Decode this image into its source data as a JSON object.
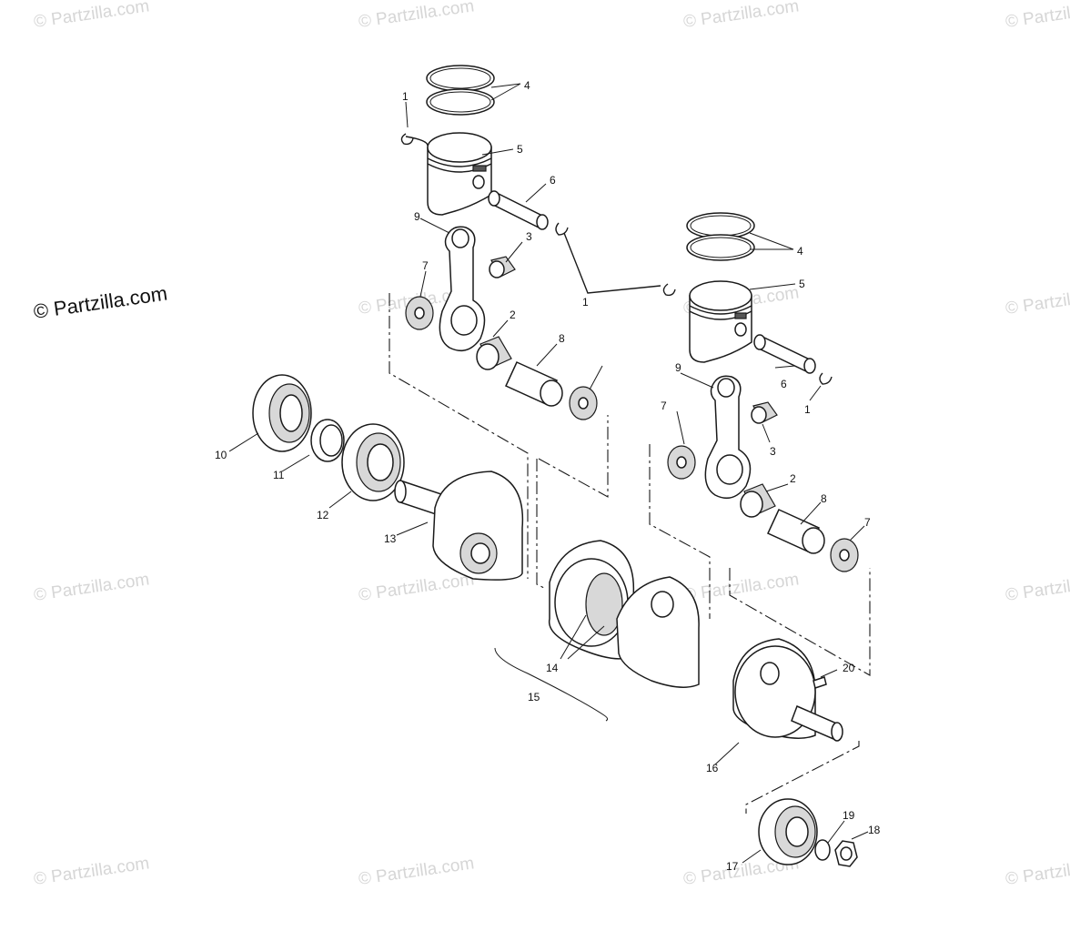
{
  "watermark": {
    "text": "© Partzilla.com",
    "primary_text": "© Partzilla.com"
  },
  "callouts": [
    "1",
    "4",
    "5",
    "6",
    "9",
    "3",
    "7",
    "2",
    "8",
    "1",
    "4",
    "5",
    "9",
    "6",
    "1",
    "7",
    "3",
    "2",
    "8",
    "7",
    "10",
    "11",
    "12",
    "13",
    "14",
    "15",
    "20",
    "16",
    "19",
    "18",
    "17"
  ],
  "colors": {
    "ink": "#1a1a1a",
    "watermark": "#d6d6d6"
  }
}
